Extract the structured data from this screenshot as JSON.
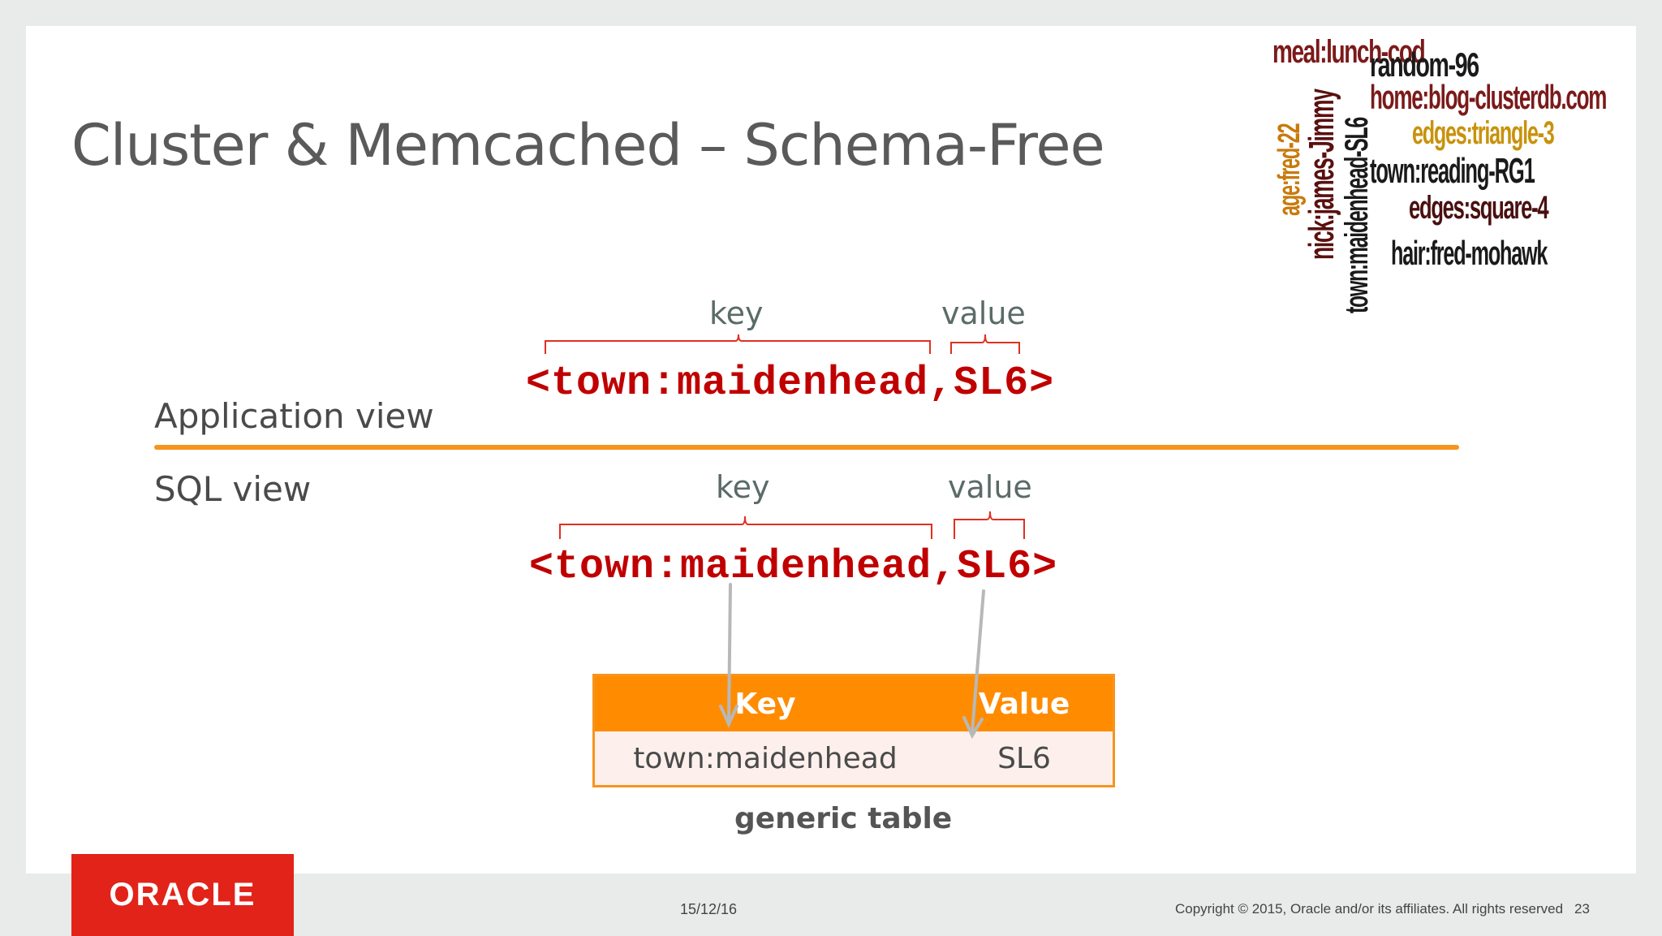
{
  "slide": {
    "title": "Cluster & Memcached – Schema-Free",
    "application_view_label": "Application view",
    "sql_view_label": "SQL view",
    "app": {
      "key_label": "key",
      "value_label": "value",
      "code": "<town:maidenhead,SL6>"
    },
    "sql": {
      "key_label": "key",
      "value_label": "value",
      "code": "<town:maidenhead,SL6>"
    },
    "table": {
      "headers": [
        "Key",
        "Value"
      ],
      "row": [
        "town:maidenhead",
        "SL6"
      ],
      "caption": "generic table"
    },
    "word_cloud": [
      {
        "text": "meal:lunch-cod",
        "color": "#7b1a1a"
      },
      {
        "text": "random-96",
        "color": "#1a1a1a"
      },
      {
        "text": "home:blog-clusterdb.com",
        "color": "#7b1a1a"
      },
      {
        "text": "edges:triangle-3",
        "color": "#c8920c"
      },
      {
        "text": "town:reading-RG1",
        "color": "#1a1a1a"
      },
      {
        "text": "edges:square-4",
        "color": "#4a1010"
      },
      {
        "text": "hair:fred-mohawk",
        "color": "#1a1a1a"
      },
      {
        "text": "age:fred-22",
        "color": "#c87a0c"
      },
      {
        "text": "nick:james-Jimmy",
        "color": "#5a1010"
      },
      {
        "text": "town:maidenhead-SL6",
        "color": "#1a1a1a"
      }
    ]
  },
  "footer": {
    "logo_text": "ORACLE",
    "date": "15/12/16",
    "copyright": "Copyright © 2015, Oracle and/or its affiliates. All rights reserved",
    "page_number": "23"
  },
  "colors": {
    "accent": "#f7941d",
    "code": "#c00000",
    "brace": "#e03020",
    "logo": "#e2231a"
  }
}
